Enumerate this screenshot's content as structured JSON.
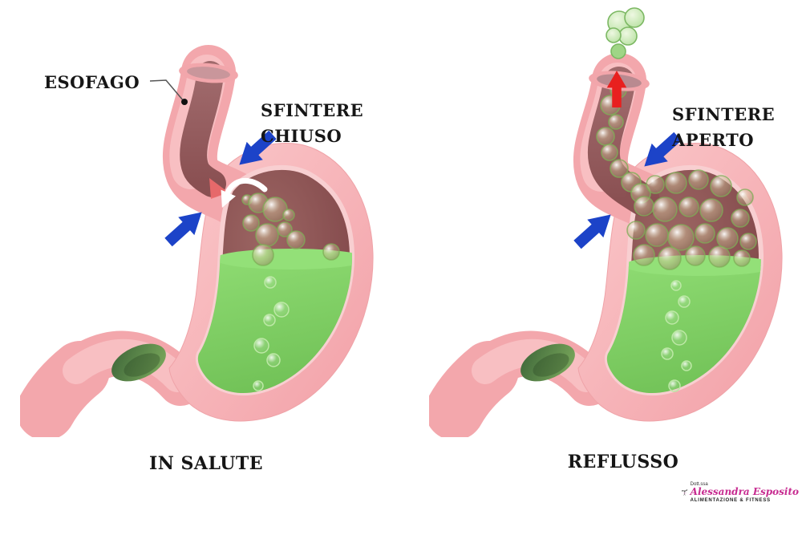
{
  "labels": {
    "esofago": "ESOFAGO",
    "sphincter_closed": {
      "line1": "SFINTERE",
      "line2": "CHIUSO"
    },
    "sphincter_open": {
      "line1": "SFINTERE",
      "line2": "APERTO"
    }
  },
  "captions": {
    "left": "IN SALUTE",
    "right": "REFLUSSO"
  },
  "logo": {
    "prefix": "Dott.ssa",
    "name": "Alessandra Esposito",
    "tagline": "ALIMENTAZIONE & FITNESS"
  },
  "icons": {
    "blue_arrows": "pressure-arrow-icon",
    "red_arrow": "reflux-up-arrow-icon",
    "white_arrow": "blocked-gas-curl-arrow-icon",
    "logo_icon": "weightlifter-with-barbell-and-fork-icon"
  },
  "colors": {
    "wall_pink": "#f3a7ac",
    "wall_pink_light": "#f9c6c9",
    "cavity_brown": "#8a5152",
    "acid_green": "#7ccb5e",
    "pylorus_green": "#46713d",
    "blue_arrow": "#1c43c8",
    "red_arrow": "#e8201f",
    "logo_magenta": "#c72b90",
    "label_ink": "#161616"
  }
}
